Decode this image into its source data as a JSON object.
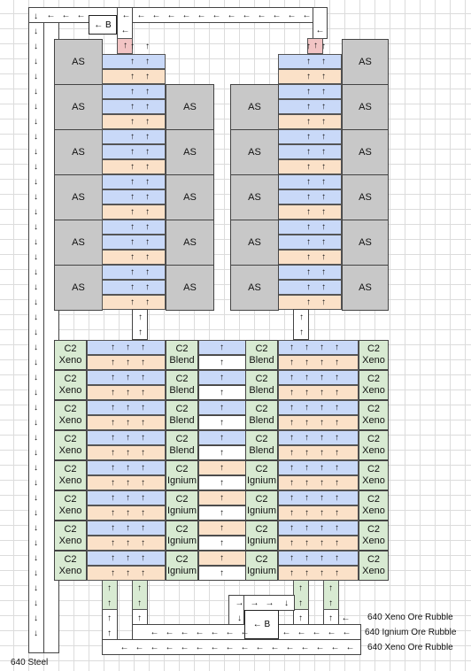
{
  "blocks": {
    "as": "AS",
    "c2": "C2",
    "xeno": "Xeno",
    "blend": "Blend",
    "ignium": "Ignium",
    "balancer": "B"
  },
  "arrows": {
    "up": "↑",
    "down": "↓",
    "left": "←",
    "right": "→"
  },
  "inputs": [
    "640 Xeno Ore Rubble",
    "640 Ignium Ore Rubble",
    "640 Xeno Ore Rubble"
  ],
  "output": "640 Steel",
  "colors": {
    "assembler": "#c8c8c8",
    "belt_blue": "#c9d9f8",
    "belt_orange": "#fbe1c8",
    "belt_green": "#d8ead2",
    "belt_red": "#f2c4c4"
  }
}
